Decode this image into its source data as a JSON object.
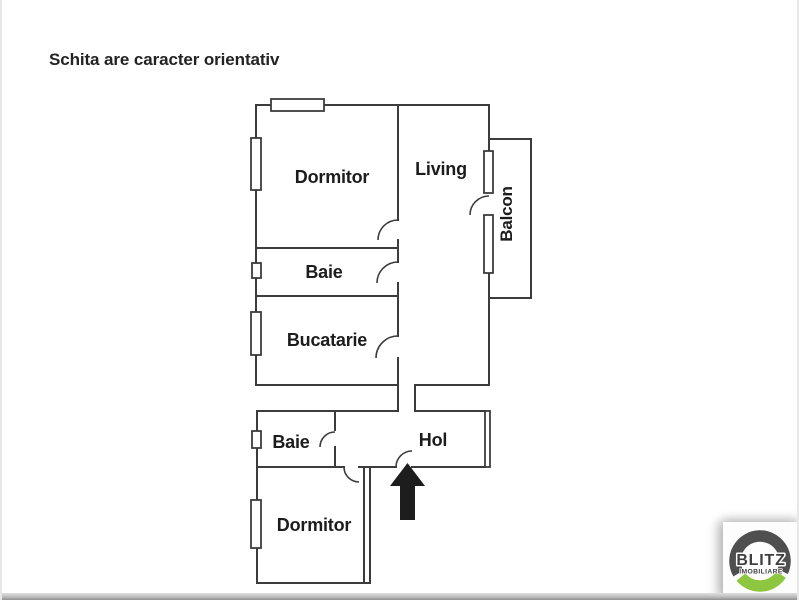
{
  "page": {
    "disclaimer": "Schita are caracter orientativ"
  },
  "floor_plan": {
    "rooms": {
      "dormitor_top": {
        "label": "Dormitor"
      },
      "living": {
        "label": "Living"
      },
      "balcon": {
        "label": "Balcon"
      },
      "baie_top": {
        "label": "Baie"
      },
      "bucatarie": {
        "label": "Bucatarie"
      },
      "baie_bottom": {
        "label": "Baie"
      },
      "hol": {
        "label": "Hol"
      },
      "dormitor_bottom": {
        "label": "Dormitor"
      }
    },
    "entrance": {
      "symbol": "up-arrow"
    },
    "colors": {
      "wall": "#3c3c3c",
      "arrow": "#1d1d1d",
      "text": "#1c1c1c"
    }
  },
  "logo": {
    "brand": "BLITZ",
    "subtitle": "IMOBILIARE",
    "colors": {
      "ring_gray": "#4f4f4f",
      "ring_green": "#8dc63f",
      "text": "#3f3f3f"
    }
  }
}
